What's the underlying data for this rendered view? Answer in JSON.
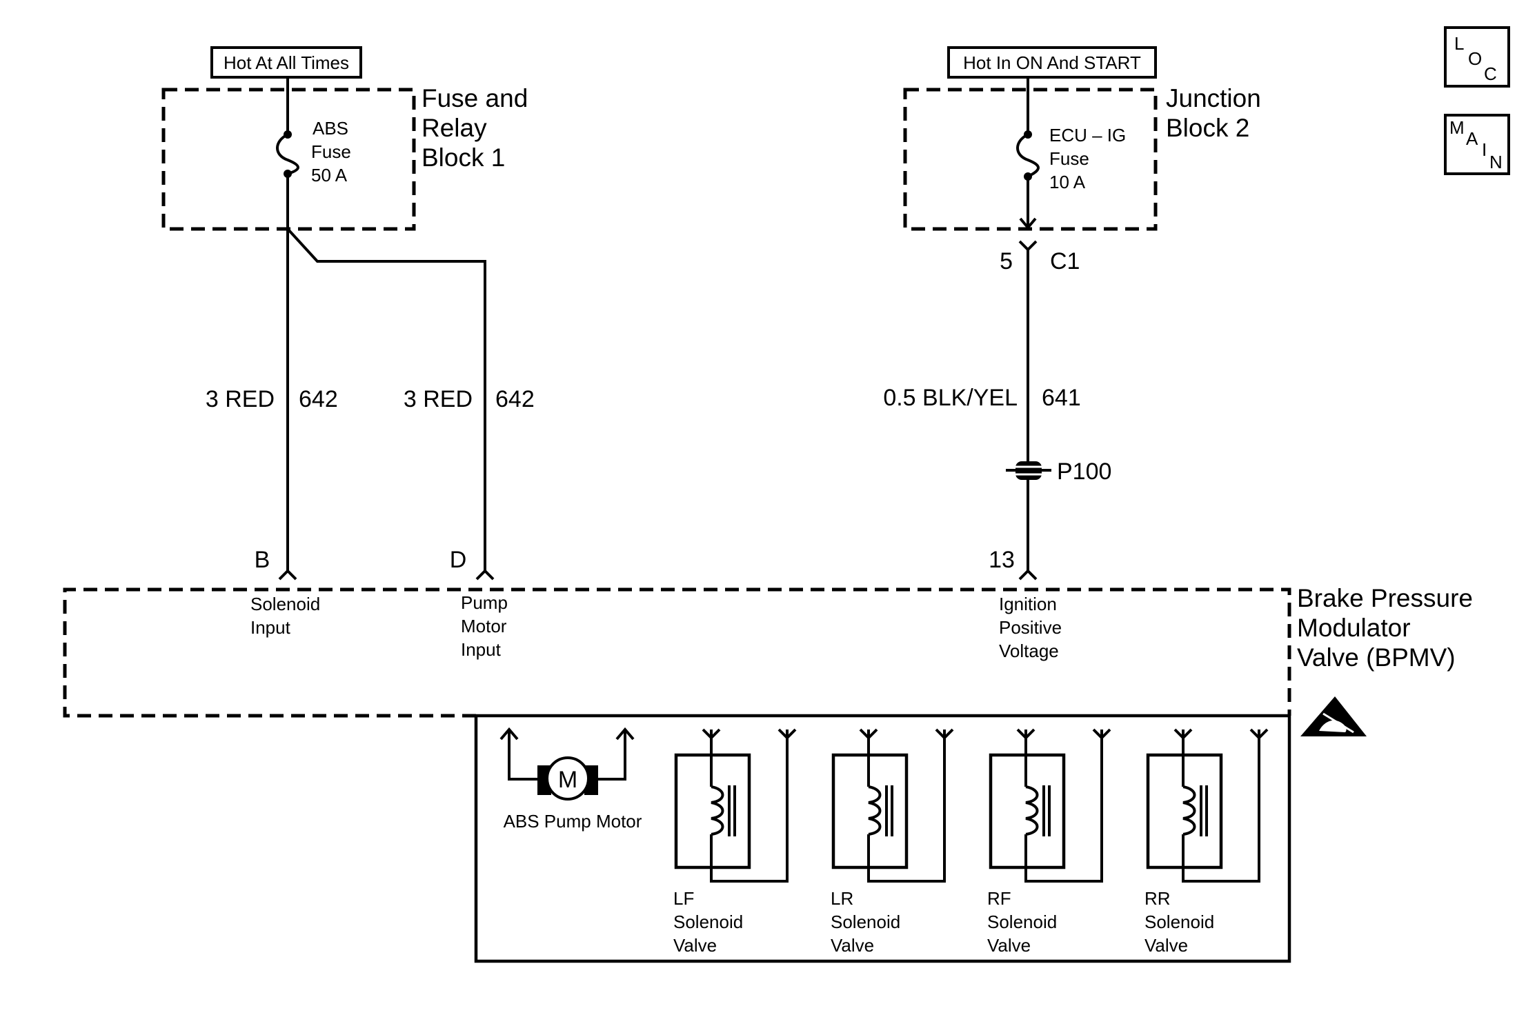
{
  "power_labels": {
    "left": "Hot At All Times",
    "right": "Hot In ON And START"
  },
  "fuse_relay_block": {
    "name_lines": [
      "Fuse and",
      "Relay",
      "Block 1"
    ],
    "fuse_lines": [
      "ABS",
      "Fuse",
      "50 A"
    ]
  },
  "junction_block": {
    "name_lines": [
      "Junction",
      "Block 2"
    ],
    "fuse_lines": [
      "ECU – IG",
      "Fuse",
      "10 A"
    ],
    "connector_pin": "5",
    "connector_id": "C1"
  },
  "wires": [
    {
      "gauge_color": "3 RED",
      "circuit": "642"
    },
    {
      "gauge_color": "3 RED",
      "circuit": "642"
    },
    {
      "gauge_color": "0.5 BLK/YEL",
      "circuit": "641"
    }
  ],
  "splice": {
    "id": "P100"
  },
  "bpmv": {
    "name_lines": [
      "Brake Pressure",
      "Modulator",
      "Valve (BPMV)"
    ],
    "terminals": [
      {
        "pin": "B",
        "label_lines": [
          "Solenoid",
          "Input"
        ]
      },
      {
        "pin": "D",
        "label_lines": [
          "Pump",
          "Motor",
          "Input"
        ]
      },
      {
        "pin": "13",
        "label_lines": [
          "Ignition",
          "Positive",
          "Voltage"
        ]
      }
    ],
    "pump_motor": {
      "symbol": "M",
      "label": "ABS Pump Motor"
    },
    "solenoids": [
      {
        "label_lines": [
          "LF",
          "Solenoid",
          "Valve"
        ]
      },
      {
        "label_lines": [
          "LR",
          "Solenoid",
          "Valve"
        ]
      },
      {
        "label_lines": [
          "RF",
          "Solenoid",
          "Valve"
        ]
      },
      {
        "label_lines": [
          "RR",
          "Solenoid",
          "Valve"
        ]
      }
    ]
  },
  "nav": {
    "loc": {
      "letters": [
        "L",
        "O",
        "C"
      ]
    },
    "main": {
      "letters": [
        "M",
        "A",
        "I",
        "N"
      ]
    }
  },
  "icons": {
    "esd": "esd-warning-icon",
    "loc": "loc-icon",
    "main": "main-icon"
  }
}
